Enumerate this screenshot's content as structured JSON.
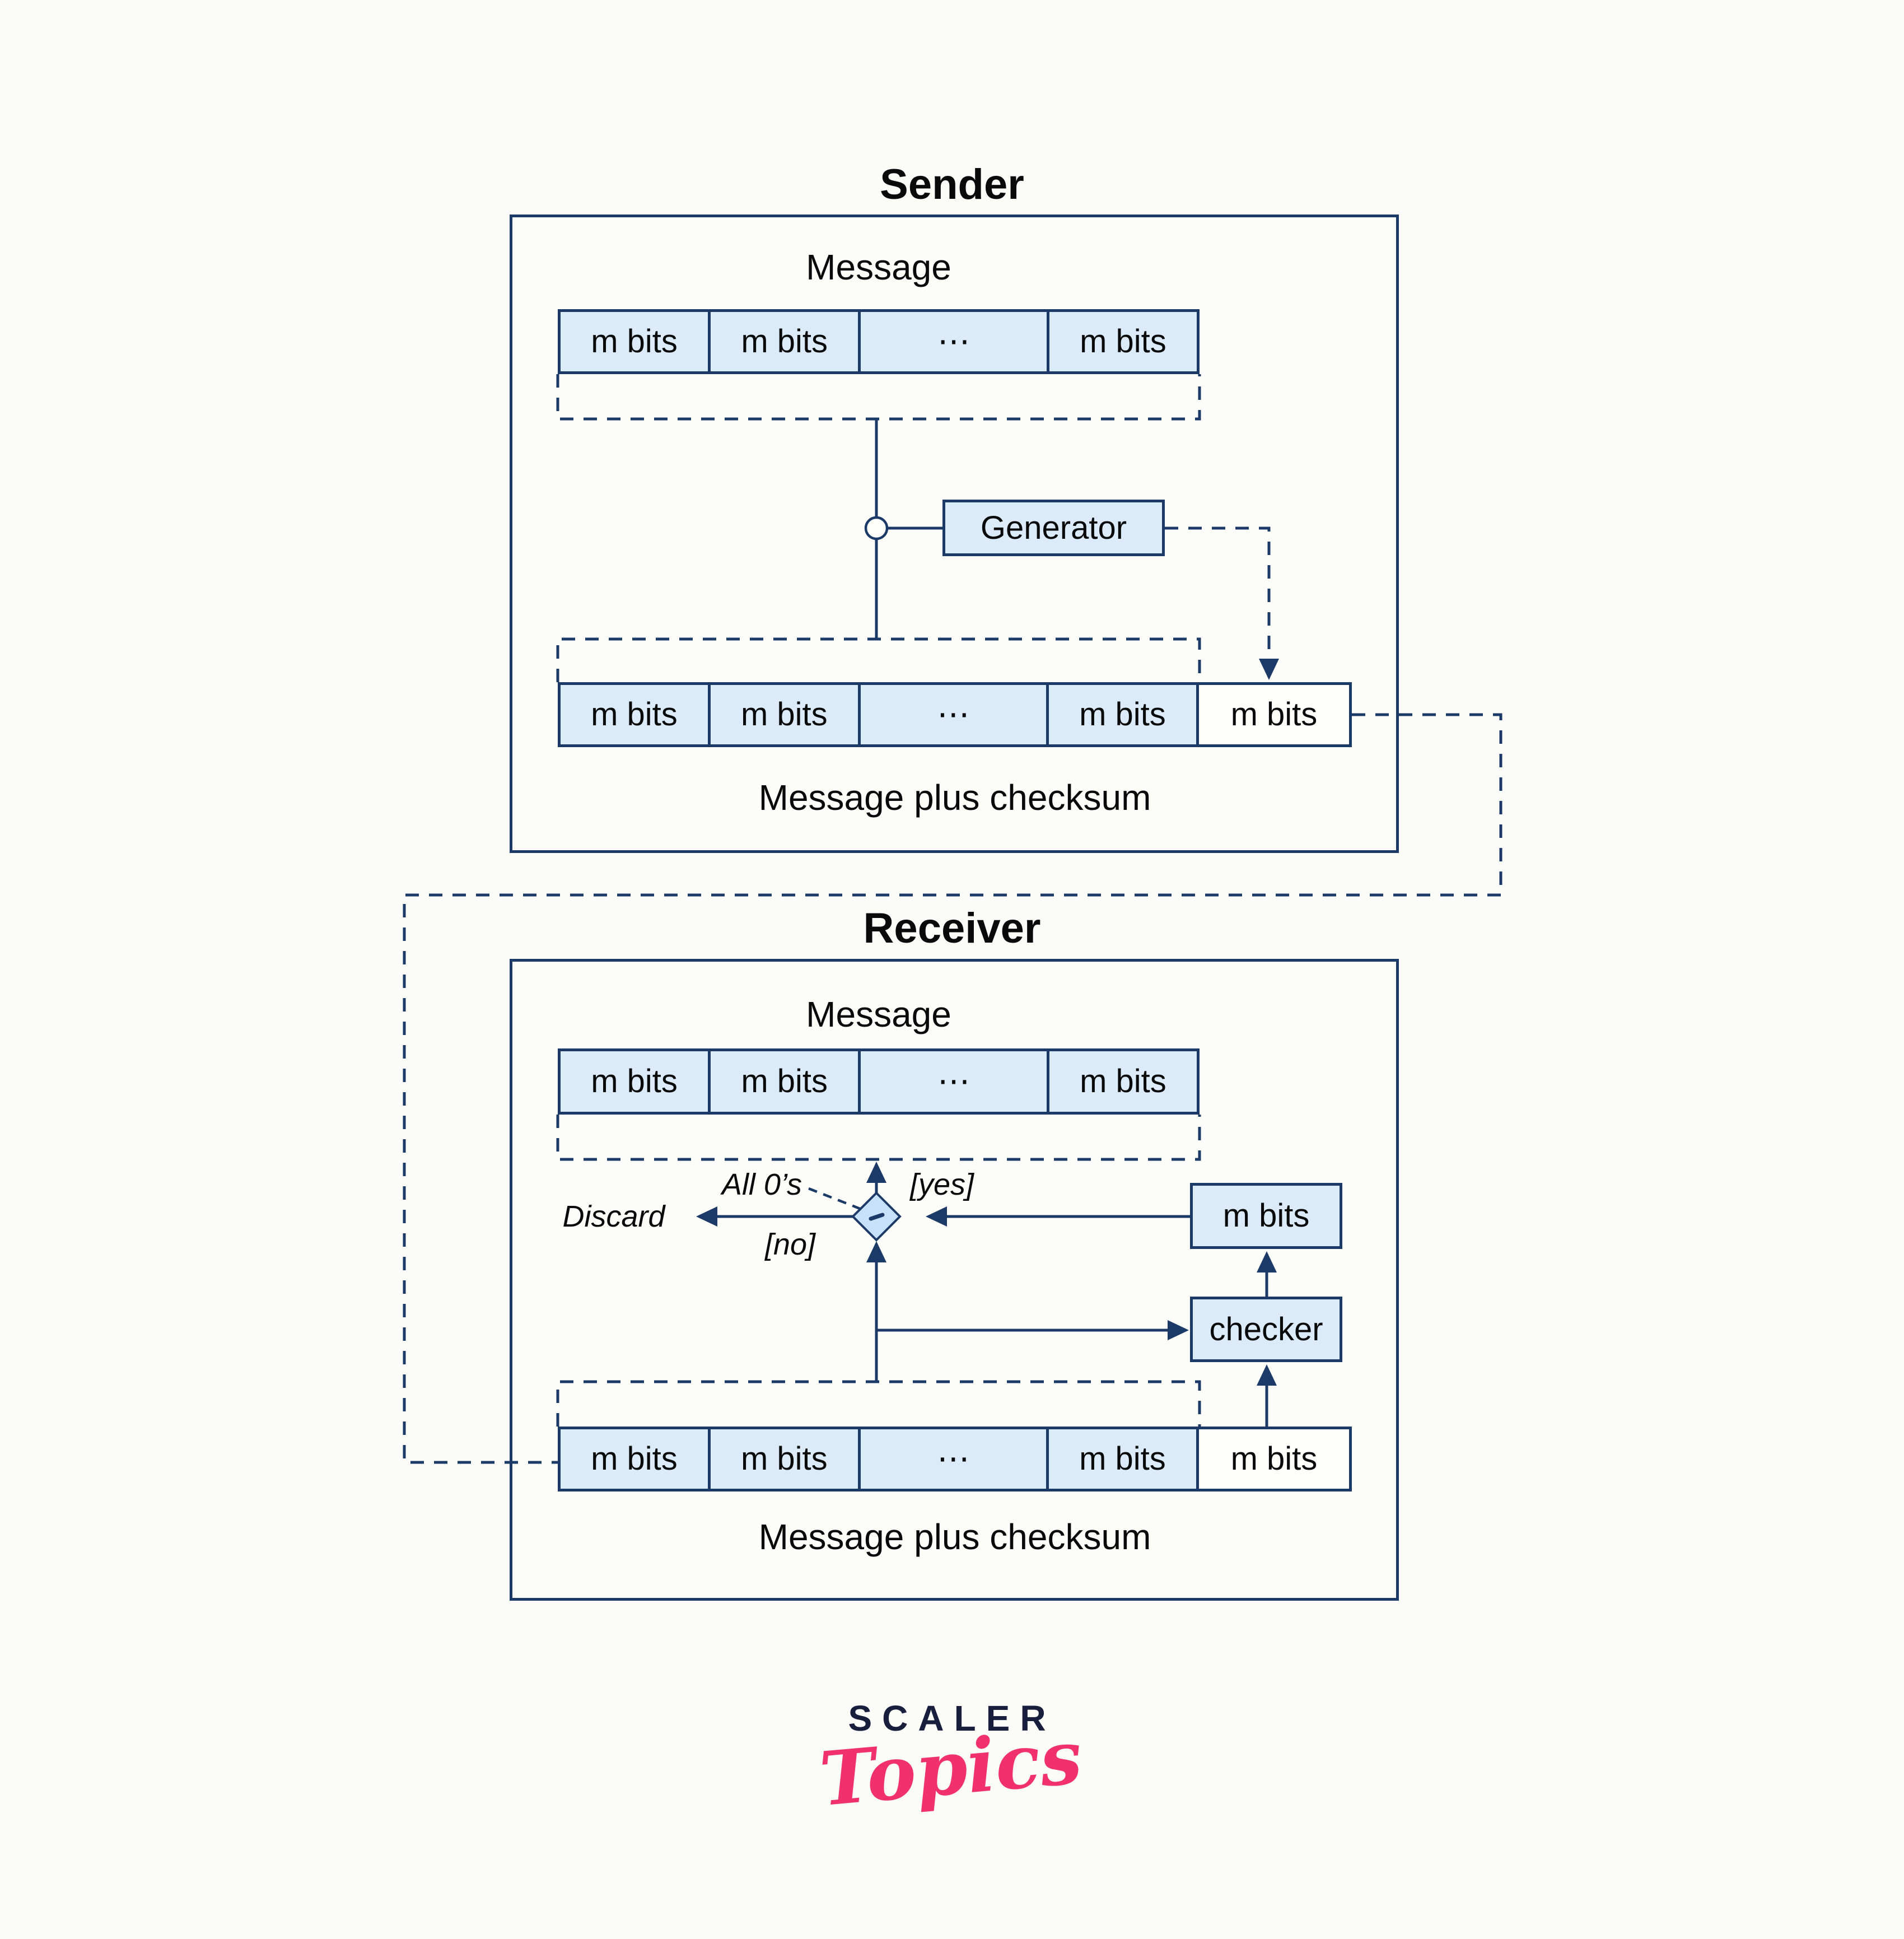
{
  "palette": {
    "background": "#fbfbf7",
    "line_navy": "#1b3a67",
    "cell_fill": "#dcebfa",
    "diamond_fill": "#c7e1f8",
    "white_cell_fill": "#fdfdf9",
    "text_color": "#0a0a0a",
    "logo_navy": "#171f3d",
    "logo_pink": "#f0316e"
  },
  "sender": {
    "title": "Sender",
    "message_label": "Message",
    "message_row": [
      "m bits",
      "m bits",
      "⋯",
      "m bits"
    ],
    "generator_label": "Generator",
    "checksum_row": [
      "m bits",
      "m bits",
      "⋯",
      "m bits"
    ],
    "checksum_cell": "m bits",
    "caption": "Message plus checksum"
  },
  "receiver": {
    "title": "Receiver",
    "message_label": "Message",
    "message_row": [
      "m bits",
      "m bits",
      "⋯",
      "m bits"
    ],
    "decision": {
      "all_zeros": "All 0’s",
      "yes": "[yes]",
      "no": "[no]",
      "discard": "Discard"
    },
    "checksum_box_label": "m bits",
    "checker_label": "checker",
    "checksum_row": [
      "m bits",
      "m bits",
      "⋯",
      "m bits"
    ],
    "checksum_cell": "m bits",
    "caption": "Message plus checksum"
  },
  "logo": {
    "brand": "SCALER",
    "product": "Topics"
  }
}
